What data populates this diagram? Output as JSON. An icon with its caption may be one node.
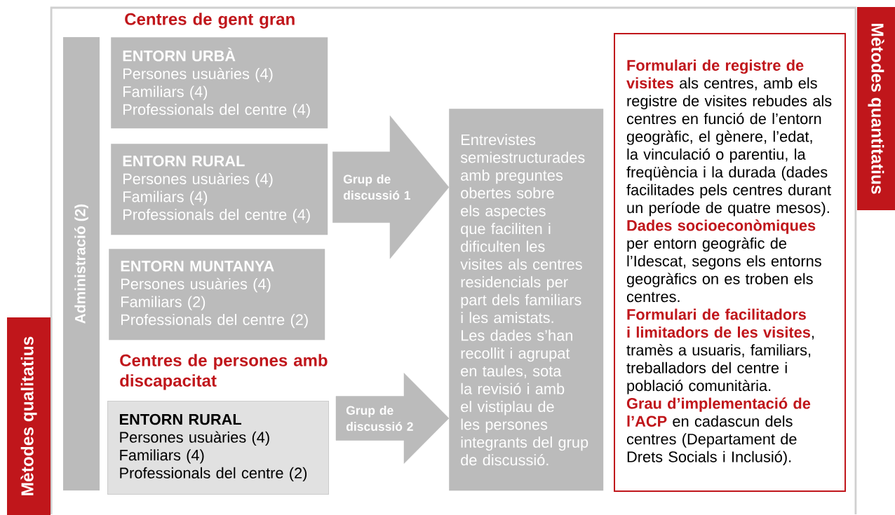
{
  "diagram": {
    "nodes": [
      {
        "text": [
          "Administració (2)"
        ]
      },
      {
        "text": [
          "ENTORN URBÀ",
          "Persones usuàries (4)",
          "Familiars (4)",
          "Professionals del centre (4)"
        ]
      },
      {
        "text": [
          "ENTORN RURAL",
          "Persones usuàries (4)",
          "Familiars (4)",
          "Professionals del centre (4)"
        ]
      },
      {
        "text": [
          "ENTORN MUNTANYA",
          "Persones usuàries (4)",
          "Familiars (2)",
          "Professionals del centre (2)"
        ]
      },
      {
        "text": [
          "ENTORN RURAL",
          "Persones usuàries (4)",
          "Familiars (4)",
          "Professionals del centre (2)"
        ]
      },
      {
        "text": [
          "Entrevistes semiestructurades amb preguntes obertes sobre els aspectes que faciliten i dificulten les visites als centres residencials per part dels familiars i les amistats. Les dades s’han recollit i agrupat en taules, sota la revisió i amb el vistiplau de les persones integrants del grup de discussió."
        ]
      },
      {
        "text": [
          "**Formulari de registre de visites** als centres, amb els registre de visites rebudes als centres en funció de l’entorn geogràfic, el gènere, l’edat, la vinculació o parentiu, la freqüència i la durada (dades facilitades pels centres durant un període de quatre mesos).",
          "**Dades socioeconòmiques** per entorn geogràfic de l’Idescat, segons els entorns geogràfics on es troben els centres.",
          "**Formulari de facilitadors i limitadors de les visites**, tramès a usuaris, familiars, treballadors del centre i població comunitària.",
          "**Grau d’implementació de l’ACP** en cadascun dels centres (Departament de Drets Socials i Inclusió)."
        ]
      },
      {
        "text": [
          "Mètodes qualitatius"
        ]
      },
      {
        "text": [
          "Mètodes quantitatius"
        ]
      }
    ],
    "edges": [
      {
        "from": 2,
        "to": 5,
        "arrow": "to",
        "label": "Grup de discussió 1"
      },
      {
        "from": 4,
        "to": 5,
        "arrow": "to",
        "label": "Grup de discussió 2"
      }
    ],
    "labels": [
      "Centres de gent gran",
      "Centres de persones amb discapacitat"
    ]
  }
}
